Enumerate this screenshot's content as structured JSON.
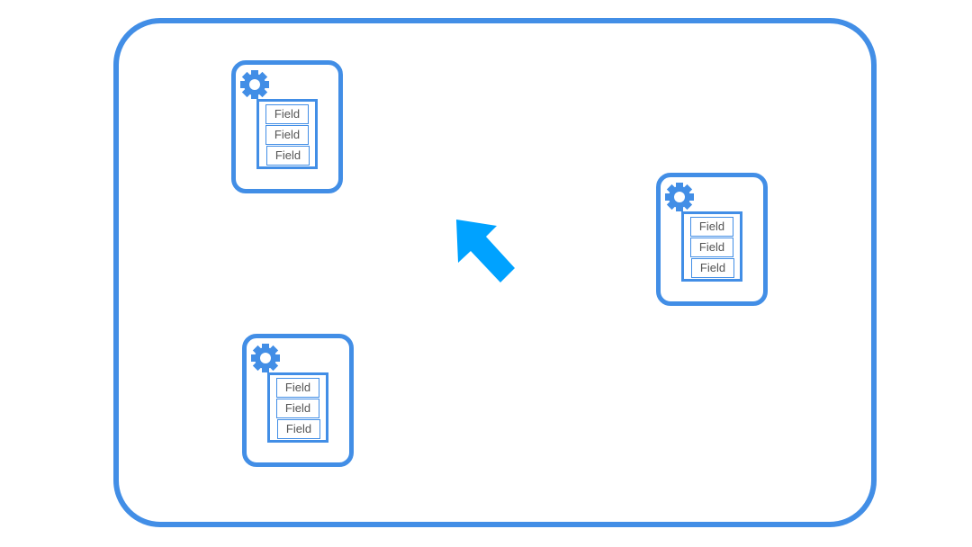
{
  "colors": {
    "border": "#428ee6",
    "arrow": "#00a2ff"
  },
  "widgets": [
    {
      "icon": "gear-icon",
      "fields": [
        "Field",
        "Field",
        "Field"
      ]
    },
    {
      "icon": "gear-icon",
      "fields": [
        "Field",
        "Field",
        "Field"
      ]
    },
    {
      "icon": "gear-icon",
      "fields": [
        "Field",
        "Field",
        "Field"
      ]
    }
  ]
}
